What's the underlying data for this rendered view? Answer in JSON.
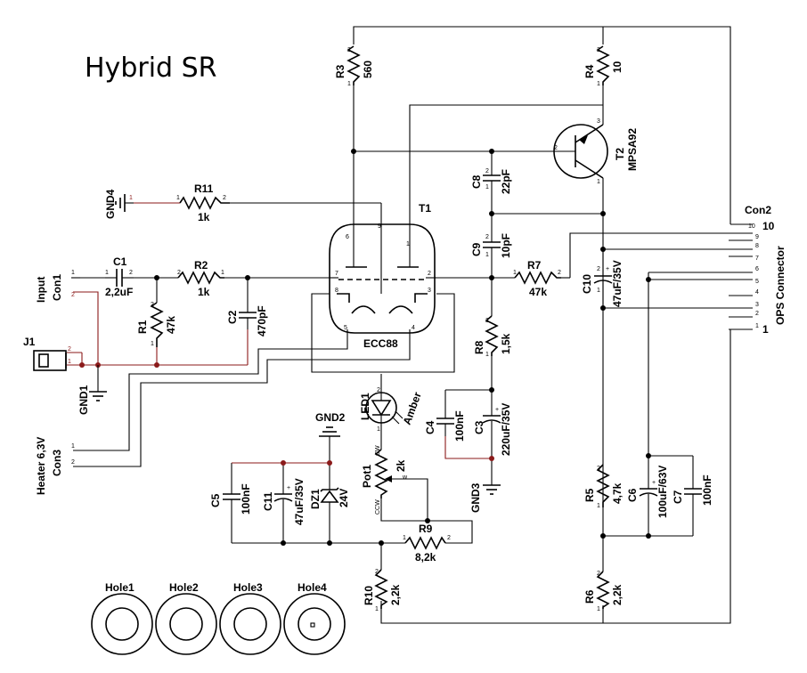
{
  "title": "Hybrid SR",
  "components": {
    "R1": {
      "ref": "R1",
      "value": "47k"
    },
    "R2": {
      "ref": "R2",
      "value": "1k"
    },
    "R3": {
      "ref": "R3",
      "value": "560"
    },
    "R4": {
      "ref": "R4",
      "value": "10"
    },
    "R5": {
      "ref": "R5",
      "value": "4,7k"
    },
    "R6": {
      "ref": "R6",
      "value": "2,2k"
    },
    "R7": {
      "ref": "R7",
      "value": "47k"
    },
    "R8": {
      "ref": "R8",
      "value": "1,5k"
    },
    "R9": {
      "ref": "R9",
      "value": "8,2k"
    },
    "R10": {
      "ref": "R10",
      "value": "2,2k"
    },
    "R11": {
      "ref": "R11",
      "value": "1k"
    },
    "C1": {
      "ref": "C1",
      "value": "2,2uF"
    },
    "C2": {
      "ref": "C2",
      "value": "470pF"
    },
    "C3": {
      "ref": "C3",
      "value": "220uF/35V"
    },
    "C4": {
      "ref": "C4",
      "value": "100nF"
    },
    "C5": {
      "ref": "C5",
      "value": "100nF"
    },
    "C6": {
      "ref": "C6",
      "value": "100uF/63V"
    },
    "C7": {
      "ref": "C7",
      "value": "100nF"
    },
    "C8": {
      "ref": "C8",
      "value": "22pF"
    },
    "C9": {
      "ref": "C9",
      "value": "10pF"
    },
    "C10": {
      "ref": "C10",
      "value": "47uF/35V"
    },
    "C11": {
      "ref": "C11",
      "value": "47uF/35V"
    },
    "T1": {
      "ref": "T1",
      "value": "ECC88"
    },
    "T2": {
      "ref": "T2",
      "value": "MPSA92"
    },
    "DZ1": {
      "ref": "DZ1",
      "value": "24V"
    },
    "LED1": {
      "ref": "LED1",
      "value": "Amber"
    },
    "Pot1": {
      "ref": "Pot1",
      "value": "2k",
      "cw": "CW",
      "ccw": "CCW",
      "wiper": "w"
    },
    "J1": {
      "ref": "J1"
    }
  },
  "connectors": {
    "con1": {
      "ref": "Con1",
      "label": "Input"
    },
    "con2": {
      "ref": "Con2",
      "label": "OPS Connector",
      "pin10_label": "10"
    },
    "con3": {
      "ref": "Con3",
      "label": "Heater 6,3V"
    }
  },
  "grounds": [
    "GND1",
    "GND2",
    "GND3",
    "GND4"
  ],
  "holes": [
    "Hole1",
    "Hole2",
    "Hole3",
    "Hole4"
  ]
}
